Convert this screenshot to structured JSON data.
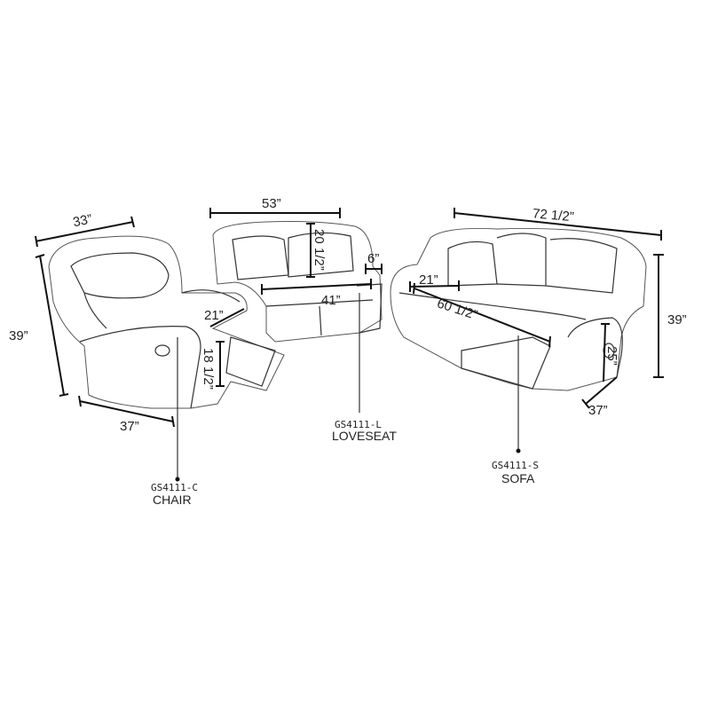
{
  "chair": {
    "code": "GS4111-C",
    "name": "CHAIR",
    "width": "33”",
    "height": "39”",
    "depth": "37”",
    "seat_depth": "21”",
    "seat_height": "18 1/2”"
  },
  "loveseat": {
    "code": "GS4111-L",
    "name": "LOVESEAT",
    "width": "53”",
    "back_height": "20 1/2”",
    "arm_width": "6”",
    "seat_width": "41”"
  },
  "sofa": {
    "code": "GS4111-S",
    "name": "SOFA",
    "width": "72 1/2”",
    "height": "39”",
    "seat_depth": "21”",
    "seat_width": "60 1/2”",
    "arm_height": "25”",
    "depth": "37”"
  }
}
